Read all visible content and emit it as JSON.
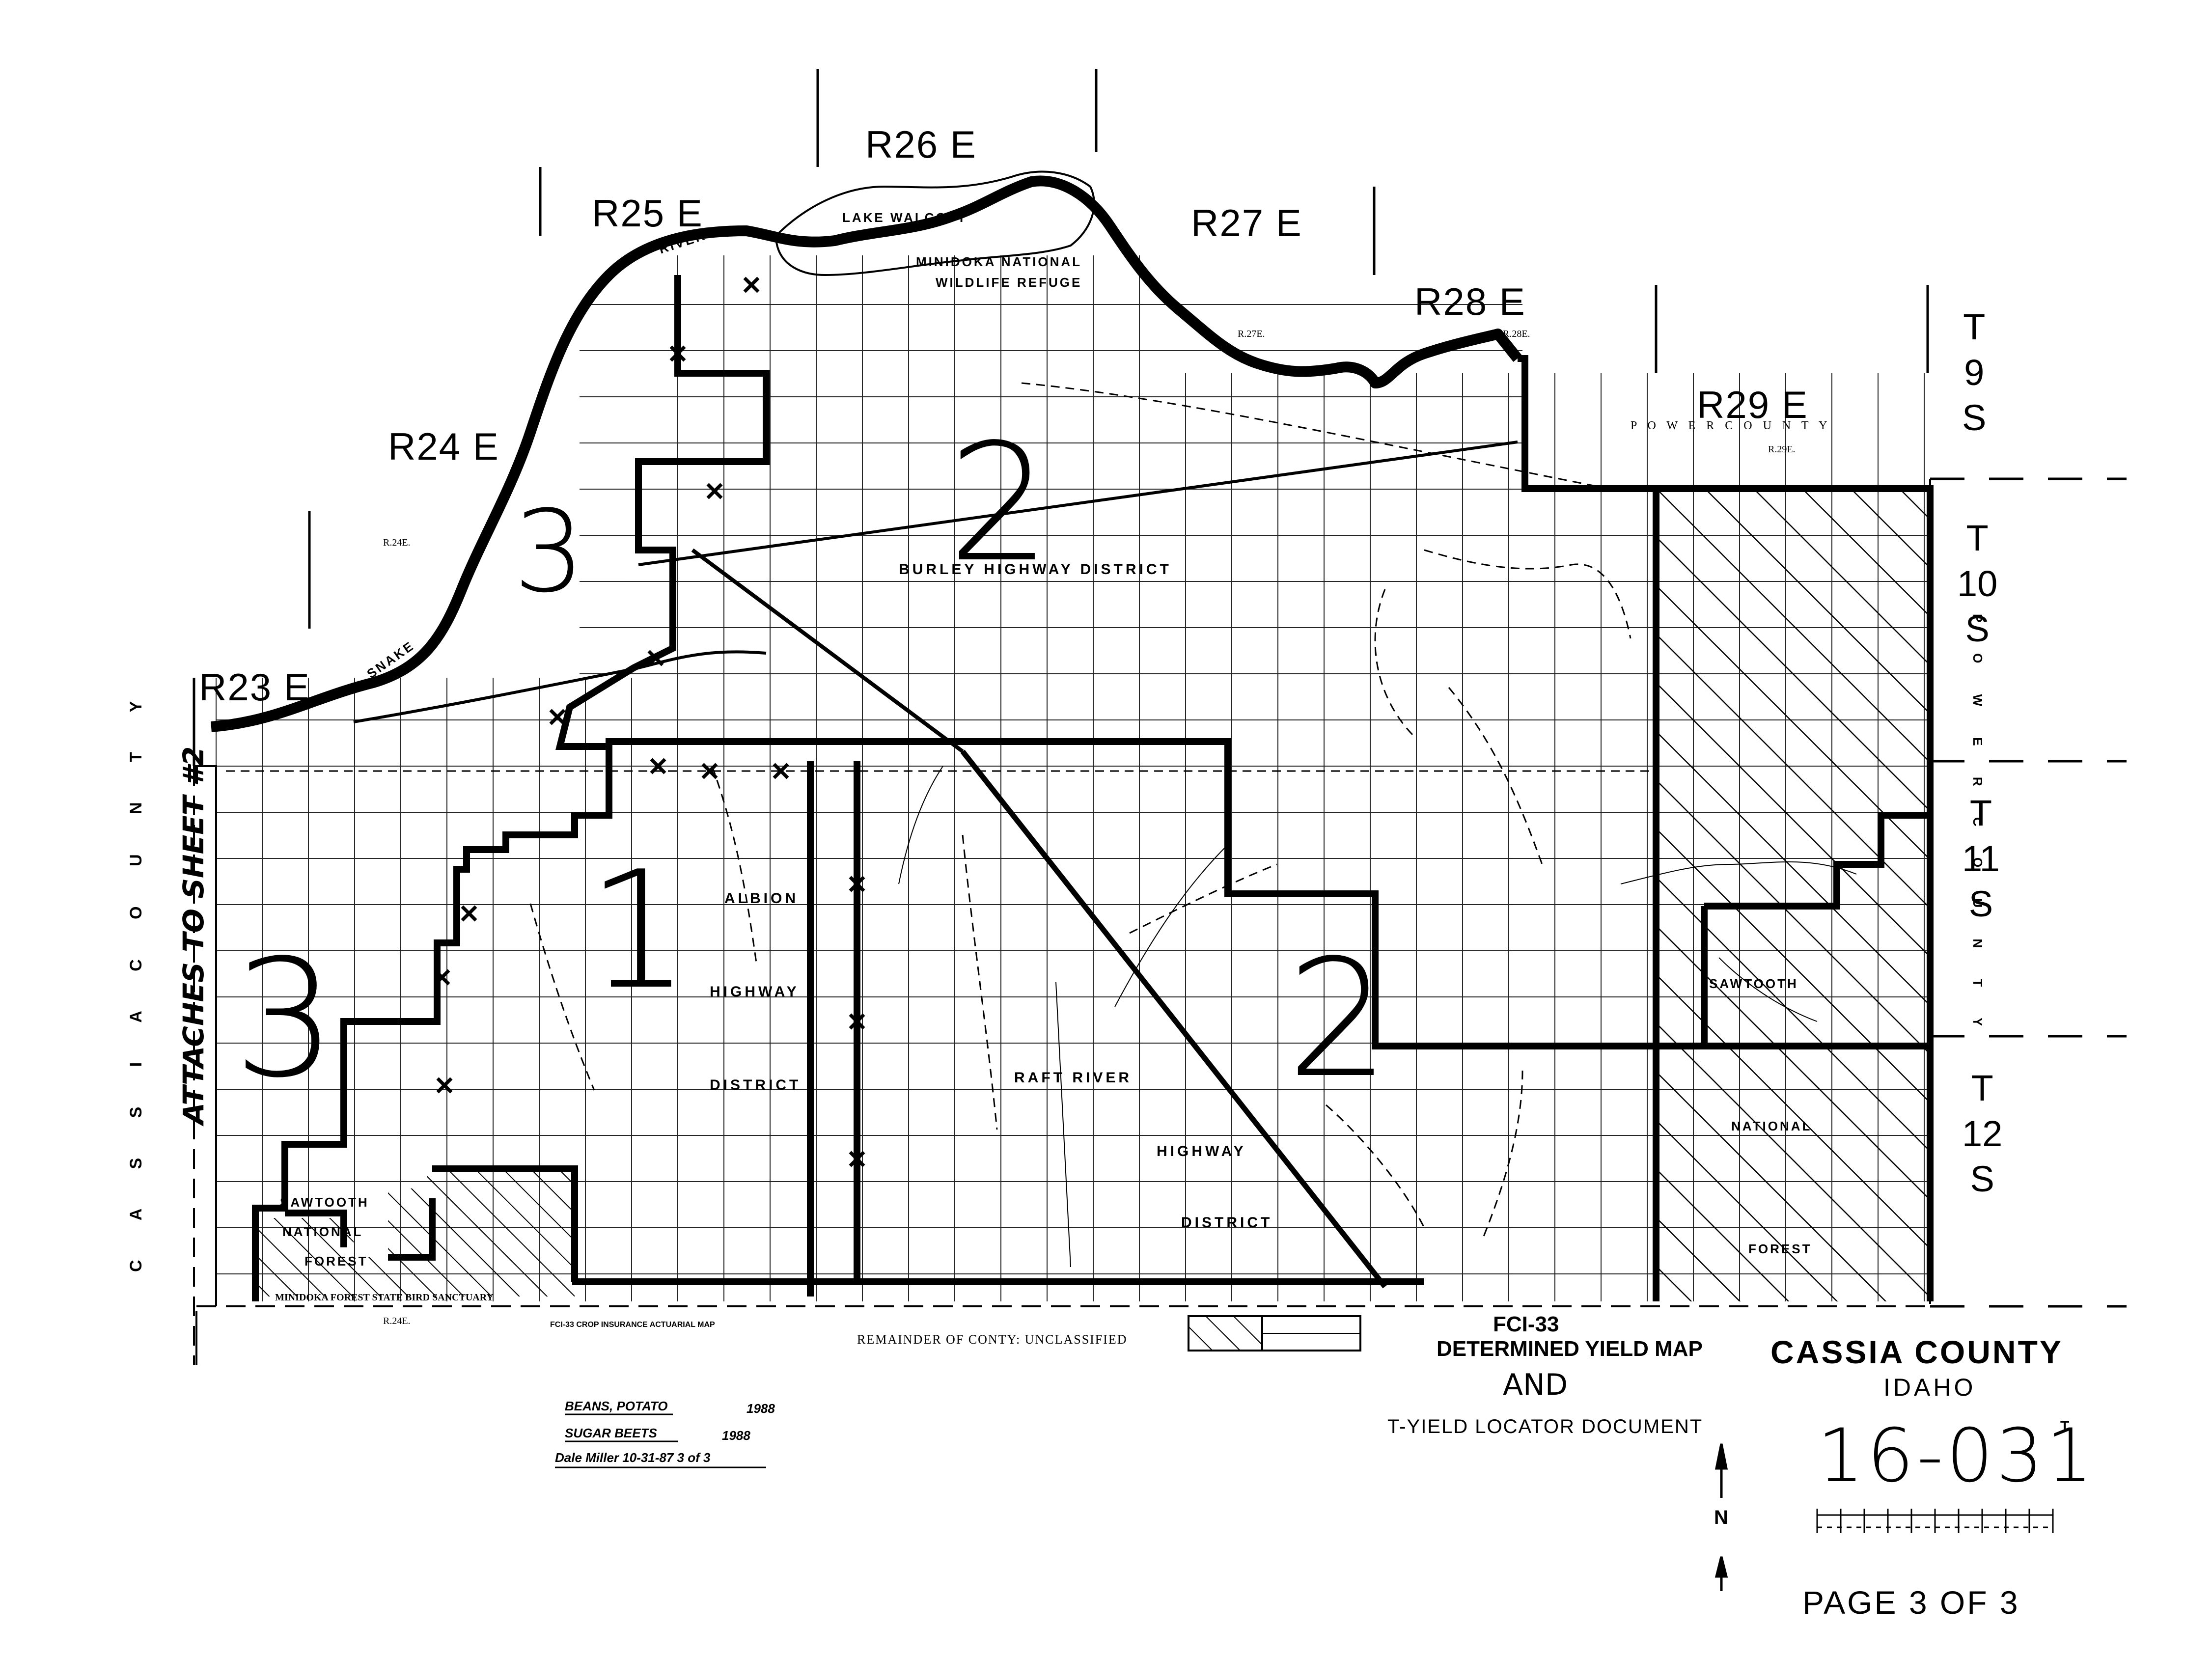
{
  "colors": {
    "ink": "#000000",
    "paper": "#ffffff",
    "hatch": "#000000"
  },
  "ranges": [
    "R23 E",
    "R24 E",
    "R25 E",
    "R26 E",
    "R27 E",
    "R28 E",
    "R29 E"
  ],
  "range_small": {
    "r24": "R.24E.",
    "r24b": "R.24E.",
    "r27": "R.27E.",
    "r28": "R.28E.",
    "r29": "R.29E."
  },
  "townships": {
    "t9": "T\n9\nS",
    "t10": "T\n10\nS",
    "t11": "T\n11\nS",
    "t12": "T\n12\nS"
  },
  "zones": {
    "burley_2": "2",
    "raft_2": "2",
    "albion_1": "1",
    "west_3": "3",
    "snake_3": "3"
  },
  "features": {
    "lake_walcott": "LAKE      WALCOTT",
    "minidoka": "MINIDOKA  NATIONAL",
    "wildlife_refuge": "WILDLIFE    REFUGE",
    "river": "RIVER",
    "snake": "SNAKE",
    "burley_hd": "BURLEY       HIGHWAY         DISTRICT",
    "albion": "ALBION",
    "highway": "HIGHWAY",
    "district": "DISTRICT",
    "raft_river": "RAFT       RIVER",
    "raft_highway": "HIGHWAY",
    "raft_district": "DISTRICT",
    "sawtooth_w": "SAWTOOTH",
    "national_w": "NATIONAL",
    "forest_w": "FOREST",
    "sawtooth_e": "SAWTOOTH",
    "national_e": "NATIONAL",
    "forest_e": "FOREST",
    "minidoka_bird": "MINIDOKA  FOREST  STATE    BIRD    SANCTUARY",
    "power_top": "P  O  W  E  R     C  O  U  N  T  Y",
    "power_right": "P O W E R  C O U N T Y",
    "cassia_left": "C A S S I A   C O U N T Y",
    "attaches": "ATTACHES TO SHEET #2"
  },
  "legend": {
    "remainder": "REMAINDER OF CONTY:   UNCLASSIFIED",
    "fci": "FCI-33",
    "determined": "DETERMINED YIELD MAP",
    "and": "AND",
    "tyield": "T-YIELD LOCATOR DOCUMENT",
    "county": "CASSIA  COUNTY",
    "state": "IDAHO",
    "mapno": "16-031",
    "mapno_sup": "T",
    "page": "PAGE 3  OF 3",
    "north": "N",
    "crop1": "BEANS, POTATO",
    "crop1_year": "1988",
    "crop2": "SUGAR BEETS",
    "crop2_year": "1988",
    "signature": "Dale Miller  10-31-87   3 of 3",
    "fc_header": "FCI-33 CROP INSURANCE ACTUARIAL MAP"
  }
}
